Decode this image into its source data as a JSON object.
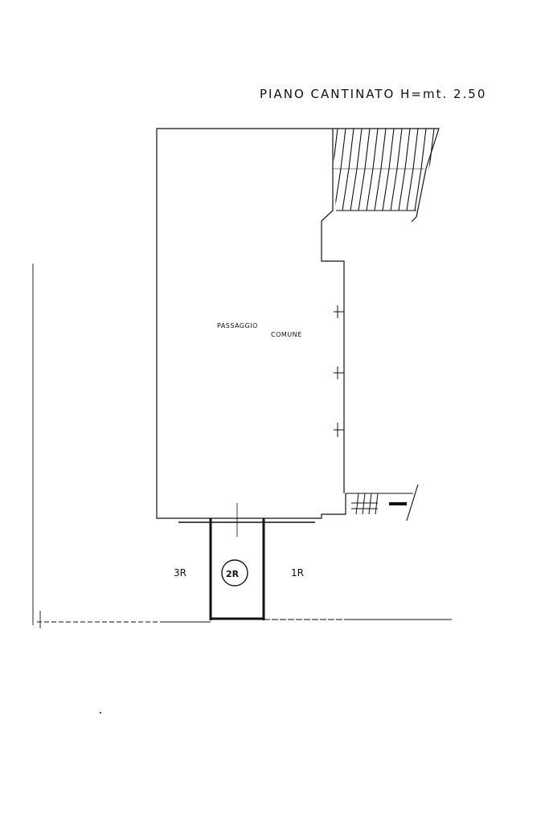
{
  "title": "PIANO CANTINATO H=mt. 2.50",
  "rooms": {
    "passage_line1": "PASSAGGIO",
    "passage_line2": "COMUNE"
  },
  "units": {
    "left": "3R",
    "center": "2R",
    "right": "1R"
  }
}
